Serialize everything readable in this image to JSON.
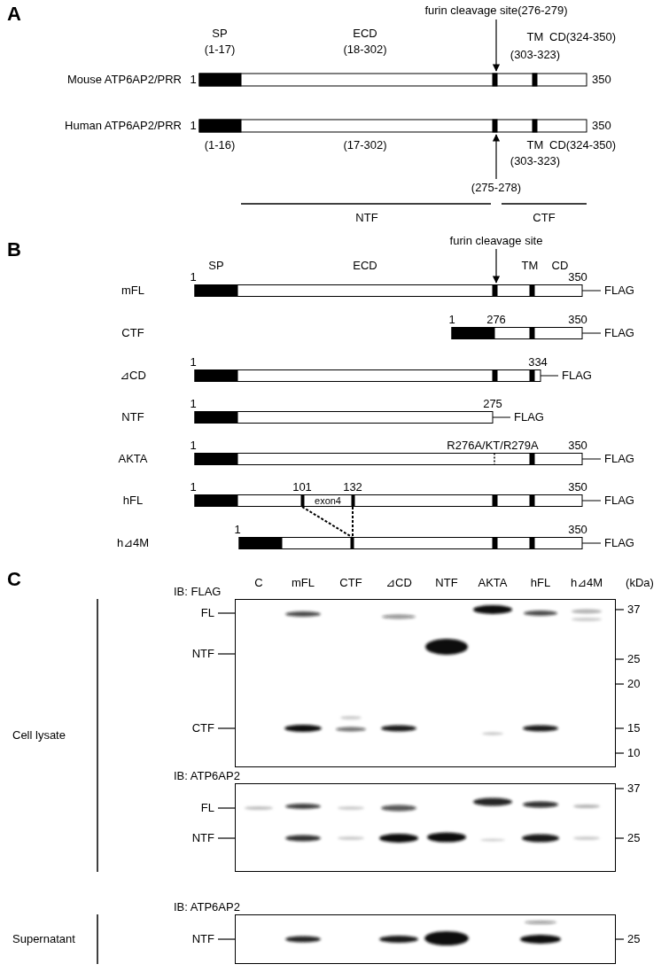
{
  "diagram": {
    "nodes": [
      {
        "text": [
          "IB: FLAG"
        ]
      },
      {
        "text": [
          "IB: ATP6AP2"
        ]
      },
      {
        "text": [
          "IB: ATP6AP2"
        ]
      }
    ],
    "labels": [
      "A",
      "furin cleavage site(276-279)",
      "SP",
      "(1-17)",
      "ECD",
      "(18-302)",
      "TM",
      "CD(324-350)",
      "(303-323)",
      "Mouse ATP6AP2/PRR",
      "1",
      "350",
      "Human ATP6AP2/PRR",
      "1",
      "350",
      "(1-16)",
      "(17-302)",
      "TM",
      "CD(324-350)",
      "(303-323)",
      "(275-278)",
      "NTF",
      "CTF",
      "B",
      "furin cleavage site",
      "SP",
      "ECD",
      "TM",
      "CD",
      "mFL",
      "1",
      "350",
      "FLAG",
      "CTF",
      "1",
      "276",
      "350",
      "FLAG",
      "⊿CD",
      "1",
      "334",
      "FLAG",
      "NTF",
      "1",
      "275",
      "FLAG",
      "AKTA",
      "1",
      "R276A/KT/R279A",
      "350",
      "FLAG",
      "hFL",
      "1",
      "101",
      "132",
      "exon4",
      "350",
      "FLAG",
      "h⊿4M",
      "1",
      "350",
      "FLAG",
      "C",
      "C",
      "mFL",
      "CTF",
      "⊿CD",
      "NTF",
      "AKTA",
      "hFL",
      "h⊿4M",
      "(kDa)",
      "FL",
      "NTF",
      "CTF",
      "37",
      "25",
      "20",
      "15",
      "10",
      "FL",
      "NTF",
      "37",
      "25",
      "Cell lysate",
      "NTF",
      "25",
      "Supernatant"
    ]
  }
}
